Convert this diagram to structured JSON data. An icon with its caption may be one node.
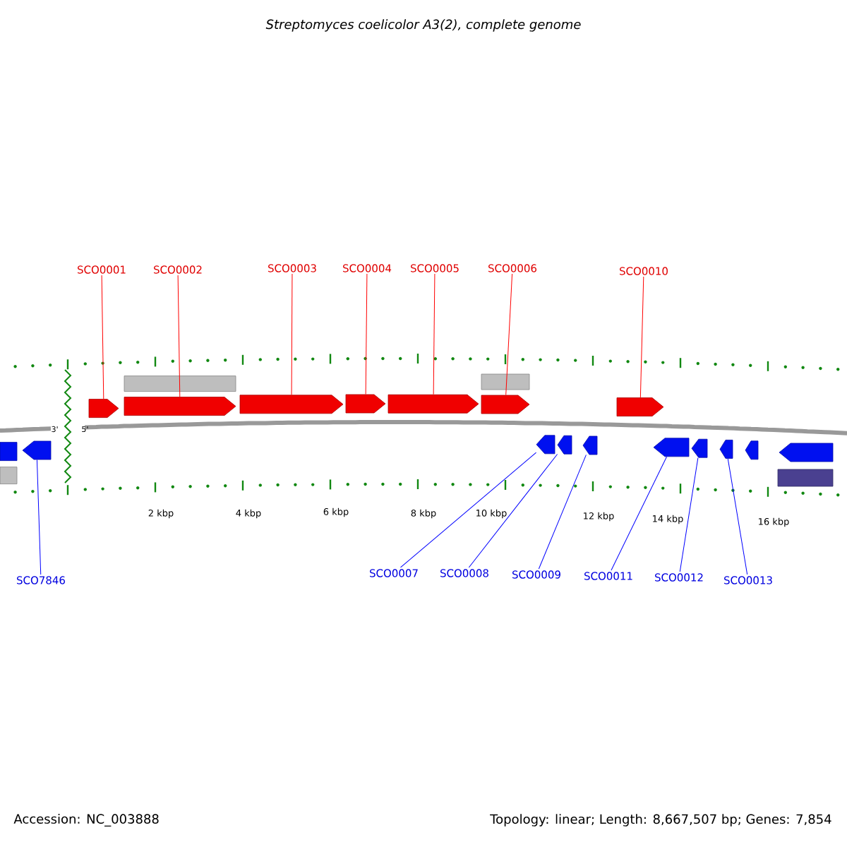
{
  "diagram": {
    "title": "Streptomyces coelicolor A3(2), complete genome",
    "nodes": [
      {
        "text": [
          "SCO0001"
        ]
      },
      {
        "text": [
          "SCO0002"
        ]
      },
      {
        "text": [
          "SCO0003"
        ]
      },
      {
        "text": [
          "SCO0004"
        ]
      },
      {
        "text": [
          "SCO0005"
        ]
      },
      {
        "text": [
          "SCO0006"
        ]
      },
      {
        "text": [
          "SCO0010"
        ]
      },
      {
        "text": [
          "SCO7846"
        ]
      },
      {
        "text": [
          "SCO0007"
        ]
      },
      {
        "text": [
          "SCO0008"
        ]
      },
      {
        "text": [
          "SCO0009"
        ]
      },
      {
        "text": [
          "SCO0011"
        ]
      },
      {
        "text": [
          "SCO0012"
        ]
      },
      {
        "text": [
          "SCO0013"
        ]
      },
      {
        "text": [],
        "shape": "arrow"
      },
      {
        "text": [],
        "shape": "arrow"
      },
      {
        "text": [],
        "shape": "arrow"
      },
      {
        "text": [],
        "shape": "arrow"
      },
      {
        "text": [],
        "shape": "arrow"
      },
      {
        "text": [],
        "shape": "arrow"
      },
      {
        "text": [],
        "shape": "arrow"
      },
      {
        "text": [],
        "shape": "arrow"
      },
      {
        "text": [],
        "shape": "arrow"
      },
      {
        "text": [],
        "shape": "arrow"
      },
      {
        "text": [],
        "shape": "arrow"
      },
      {
        "text": [],
        "shape": "arrow"
      },
      {
        "text": [],
        "shape": "arrow"
      },
      {
        "text": [],
        "shape": "arrow"
      },
      {
        "text": [],
        "shape": "arrow"
      },
      {
        "text": [],
        "shape": "arrow"
      },
      {
        "text": [],
        "shape": "arrow"
      },
      {
        "text": [],
        "shape": "bar"
      },
      {
        "text": [],
        "shape": "bar"
      },
      {
        "text": [],
        "shape": "bar"
      },
      {
        "text": [],
        "shape": "bar"
      }
    ],
    "edges": [
      {
        "from": 0,
        "to": 14,
        "arrow": "none",
        "color": "#ff0000"
      },
      {
        "from": 1,
        "to": 15,
        "arrow": "none",
        "color": "#ff0000"
      },
      {
        "from": 2,
        "to": 16,
        "arrow": "none",
        "color": "#ff0000"
      },
      {
        "from": 3,
        "to": 17,
        "arrow": "none",
        "color": "#ff0000"
      },
      {
        "from": 4,
        "to": 18,
        "arrow": "none",
        "color": "#ff0000"
      },
      {
        "from": 5,
        "to": 19,
        "arrow": "none",
        "color": "#ff0000"
      },
      {
        "from": 6,
        "to": 20,
        "arrow": "none",
        "color": "#ff0000"
      },
      {
        "from": 7,
        "to": 22,
        "arrow": "none",
        "color": "#0000ff"
      },
      {
        "from": 8,
        "to": 23,
        "arrow": "none",
        "color": "#0000ff"
      },
      {
        "from": 9,
        "to": 24,
        "arrow": "none",
        "color": "#0000ff"
      },
      {
        "from": 10,
        "to": 25,
        "arrow": "none",
        "color": "#0000ff"
      },
      {
        "from": 11,
        "to": 26,
        "arrow": "none",
        "color": "#0000ff"
      },
      {
        "from": 12,
        "to": 27,
        "arrow": "none",
        "color": "#0000ff"
      },
      {
        "from": 13,
        "to": 28,
        "arrow": "none",
        "color": "#0000ff"
      }
    ],
    "labels": [
      "3'",
      "5'",
      "2 kbp",
      "4 kbp",
      "6 kbp",
      "8 kbp",
      "10 kbp",
      "12 kbp",
      "14 kbp",
      "16 kbp",
      "Accession: NC_003888",
      "Topology: linear; Length: 8,667,507 bp; Genes: 7,854"
    ]
  }
}
